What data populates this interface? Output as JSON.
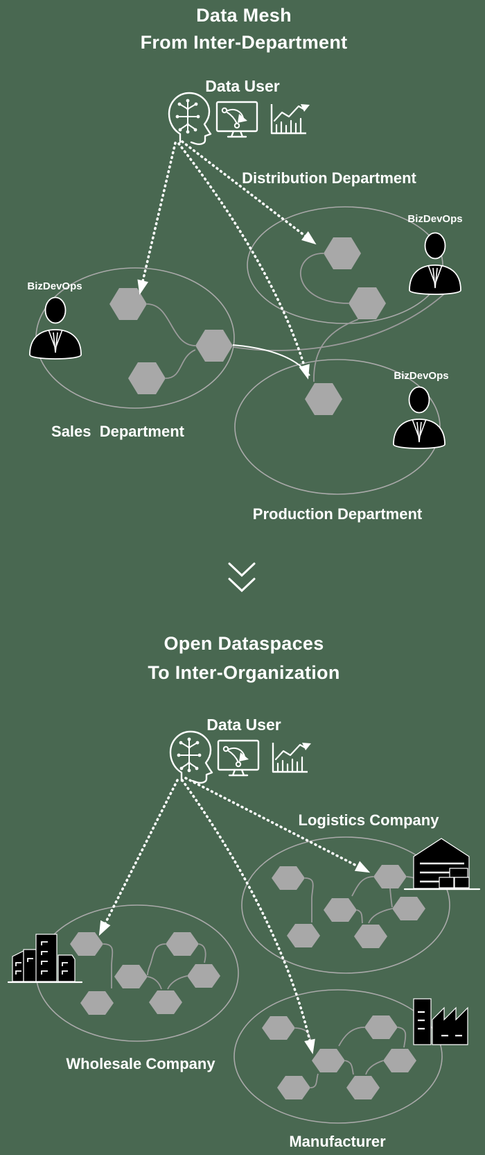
{
  "colors": {
    "background": "#496851",
    "hexagon": "#a8a8a8",
    "ellipse_stroke": "#a9a9a9",
    "connector_stroke": "#9b9b9b",
    "accent_white": "#ffffff",
    "icon_black": "#000000"
  },
  "top_section": {
    "title_line1": "Data Mesh",
    "title_line2": "From Inter-Department",
    "data_user_label": "Data User",
    "departments": {
      "sales": "Sales  Department",
      "distribution": "Distribution Department",
      "production": "Production Department"
    },
    "roles": {
      "sales": "BizDevOps",
      "distribution": "BizDevOps",
      "production": "BizDevOps"
    }
  },
  "bottom_section": {
    "title_line1": "Open Dataspaces",
    "title_line2": "To Inter-Organization",
    "data_user_label": "Data User",
    "organizations": {
      "wholesale": "Wholesale Company",
      "logistics": "Logistics Company",
      "manufacturer": "Manufacturer"
    }
  },
  "icons": {
    "data_user": [
      "ai-head-icon",
      "monitor-pen-icon",
      "growth-chart-icon"
    ],
    "wholesale": "office-buildings-icon",
    "logistics": "warehouse-icon",
    "manufacturer": "factory-icon",
    "role_person": "business-person-icon",
    "separator": "double-chevron-down-icon"
  }
}
